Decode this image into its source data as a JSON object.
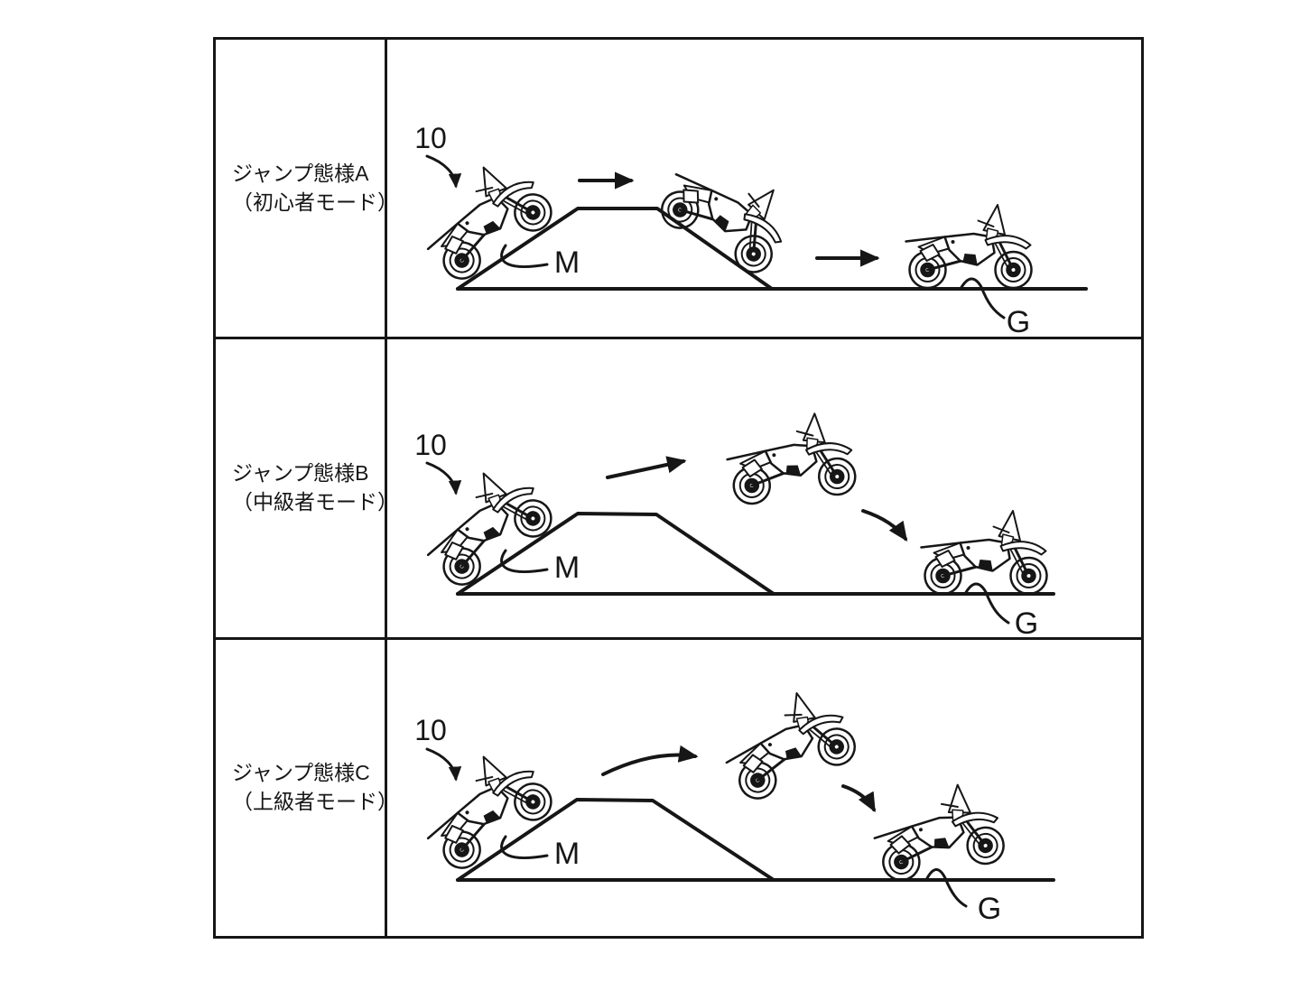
{
  "page": {
    "background": "#ffffff",
    "ink": "#161616"
  },
  "table": {
    "rows": [
      {
        "mode_label_line1": "ジャンプ態様A",
        "mode_label_line2": "（初心者モード）",
        "refs": {
          "bike": "10",
          "mound": "M",
          "ground": "G"
        }
      },
      {
        "mode_label_line1": "ジャンプ態様B",
        "mode_label_line2": "（中級者モード）",
        "refs": {
          "bike": "10",
          "mound": "M",
          "ground": "G"
        }
      },
      {
        "mode_label_line1": "ジャンプ態様C",
        "mode_label_line2": "（上級者モード）",
        "refs": {
          "bike": "10",
          "mound": "M",
          "ground": "G"
        }
      }
    ]
  }
}
